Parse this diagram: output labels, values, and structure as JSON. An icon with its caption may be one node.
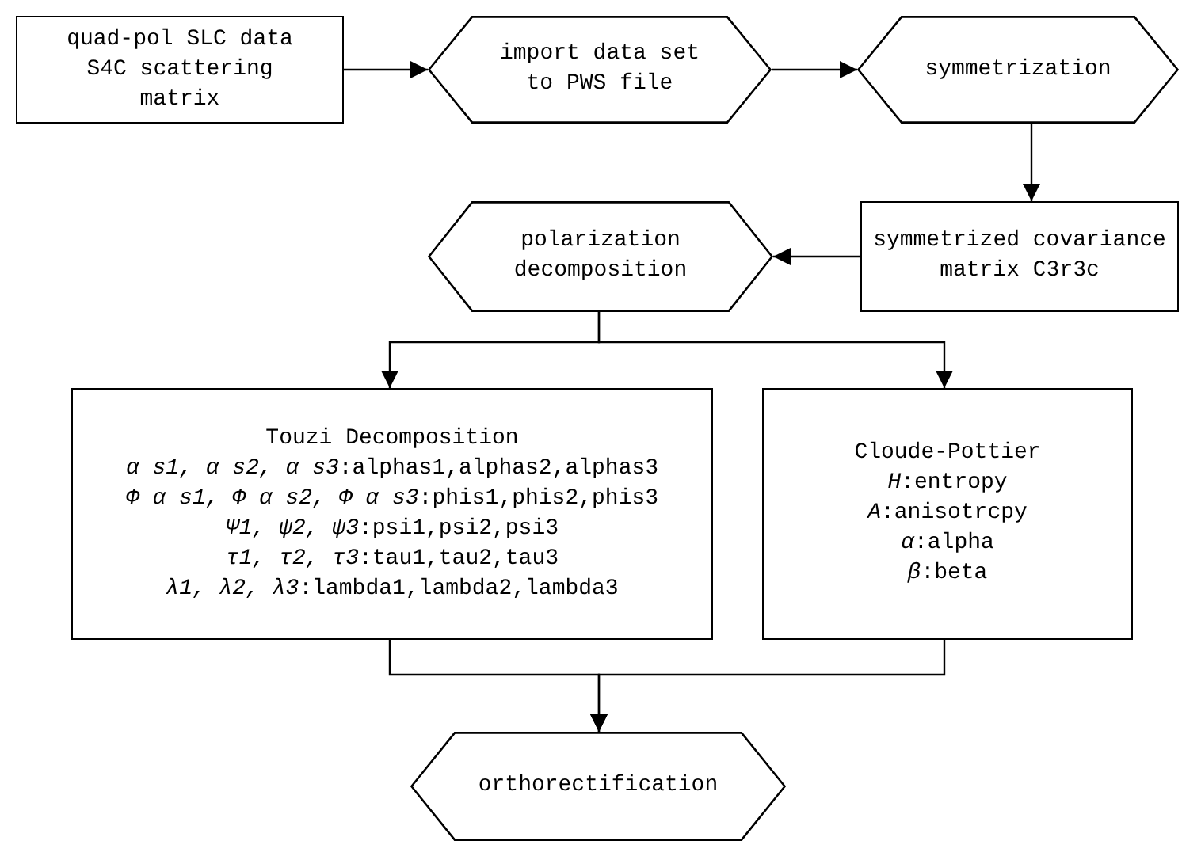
{
  "diagram": {
    "nodes": [
      {
        "text": [
          "quad-pol SLC data S4C scattering matrix"
        ]
      },
      {
        "text": [
          "import data set to PWS file"
        ]
      },
      {
        "text": [
          "symmetrization"
        ]
      },
      {
        "text": [
          "symmetrized covariance matrix C3r3c"
        ]
      },
      {
        "text": [
          "polarization decomposition"
        ]
      },
      {
        "text": [
          "Touzi Decomposition",
          "*α s1, α s2, α s3*:alphas1,alphas2,alphas3",
          "*Φ α s1, Φ α s2, Φ α s3*:phis1,phis2,phis3",
          "*Ψ1, ψ2, ψ3*:psi1,psi2,psi3",
          "*τ1, τ2, τ3*:tau1,tau2,tau3",
          "*λ1, λ2, λ3*:lambda1,lambda2,lambda3"
        ]
      },
      {
        "text": [
          "Cloude-Pottier",
          "*H*:entropy",
          "*A*:anisotrcpy",
          "*α*:alpha",
          "*β*:beta"
        ]
      },
      {
        "text": [
          "orthorectification"
        ]
      }
    ],
    "edges": [
      {
        "from": 0,
        "to": 1,
        "arrow": "to"
      },
      {
        "from": 1,
        "to": 2,
        "arrow": "to"
      },
      {
        "from": 2,
        "to": 3,
        "arrow": "to"
      },
      {
        "from": 3,
        "to": 4,
        "arrow": "to"
      },
      {
        "from": 4,
        "to": 5,
        "arrow": "to"
      },
      {
        "from": 4,
        "to": 6,
        "arrow": "to"
      },
      {
        "from": 5,
        "to": 7,
        "arrow": "to"
      },
      {
        "from": 6,
        "to": 7,
        "arrow": "to"
      }
    ]
  }
}
